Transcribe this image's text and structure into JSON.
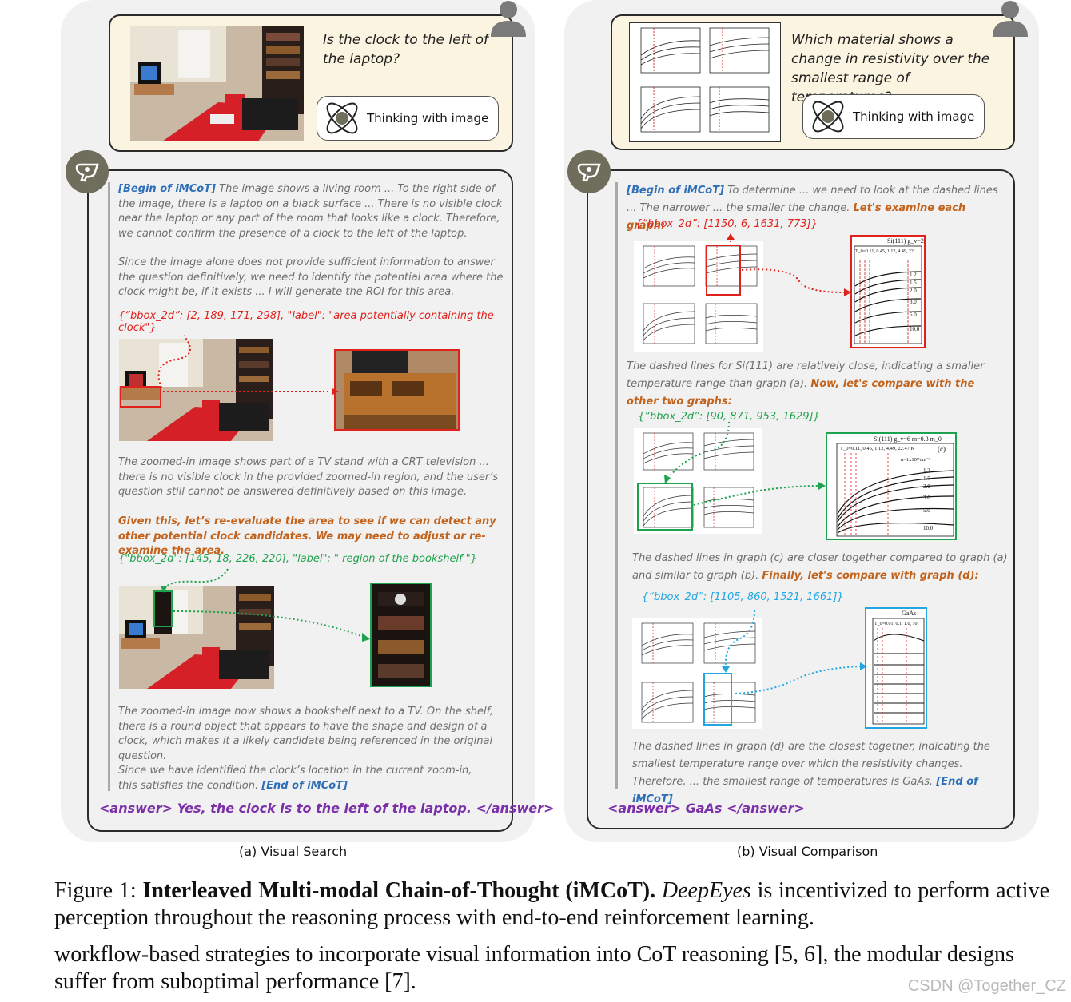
{
  "panel_a": {
    "question": "Is the clock to the left of the laptop?",
    "thinking_label": "Thinking with image",
    "begin_tag": "[Begin of iMCoT]",
    "para1": "The image shows a living room ... To the right side of the image, there is a laptop on a black surface ... There is no visible clock near the laptop or any part of the room that looks like a clock. Therefore, we cannot confirm the presence of a clock to the left of the laptop.",
    "para2": "Since the image alone does not provide sufficient information to answer the question definitively, we need to identify the potential area where the clock might be, if it exists ... I will generate the ROI for this area.",
    "bbox1": "{“bbox_2d”: [2, 189, 171, 298], \"label\": \"area potentially containing the clock\"}",
    "para3": "The zoomed-in image shows part of a TV stand with a CRT television ... there is no visible clock in the provided zoomed-in region, and the user’s question still cannot be answered definitively based on this image.",
    "para4": "Given this, let’s re-evaluate the area to see if we can detect any other potential clock candidates. We may need to adjust or re-examine the area.",
    "bbox2": "{\"bbox_2d\": [145, 18, 226, 220], \"label\": \" region of the bookshelf \"}",
    "para5": "The zoomed-in image now shows a bookshelf next to a TV. On the shelf, there is a round object that appears to have the shape and design of a clock, which makes it a likely candidate being referenced in the original question.",
    "para6": "Since we have identified the clock’s location in the current zoom-in, this satisfies the condition.",
    "end_tag": "[End of iMCoT]",
    "answer": "<answer> Yes, the clock is to the left of the laptop. </answer>",
    "caption": "(a) Visual Search"
  },
  "panel_b": {
    "question": "Which material shows a change in resistivity over the smallest range of temperatures?",
    "thinking_label": "Thinking with image",
    "begin_tag": "[Begin of iMCoT]",
    "para1a": "To determine ... we need to look at the dashed lines ... The narrower ... the smaller the change.",
    "para1b": "Let's examine each graph:",
    "bbox1": "{“bbox_2d”: [1150, 6, 1631, 773]}",
    "para2a": "The dashed lines for Si(111) are relatively close, indicating a smaller temperature range than graph (a).",
    "para2b": "Now, let's compare with the other two graphs:",
    "bbox2": "{“bbox_2d”: [90, 871, 953, 1629]}",
    "para3a": "The dashed lines in graph (c) are closer together compared to graph (a) and similar to graph (b).",
    "para3b": "Finally, let's compare with graph (d):",
    "bbox3": "{“bbox_2d”: [1105, 860, 1521, 1661]}",
    "para4a": "The dashed lines in graph (d) are the closest together, indicating the smallest temperature range over which the resistivity changes. Therefore, ... the smallest range of temperatures is GaAs.",
    "end_tag": "[End of iMCoT]",
    "answer": "<answer> GaAs </answer>",
    "caption": "(b) Visual Comparison",
    "zoom1_title": "Si(111) g_v=2",
    "zoom1_sub": "T_0=0.11, 0.45, 1.12, 4.49, 22.",
    "zoom1_labels": [
      "1.2",
      "1.5",
      "2.0",
      "3.0",
      "5.0",
      "10.0"
    ],
    "zoom2_title": "Si(111) g_v=6  m=0.3 m_0",
    "zoom2_sub": "T_0=0.11, 0.45, 1.12, 4.49, 22.47 K",
    "zoom2_n": "n=1x10¹¹cm⁻²",
    "zoom2_tag": "(c)",
    "zoom2_labels": [
      "1.2",
      "1.5",
      "2.0",
      "3.0",
      "5.0",
      "10.0"
    ],
    "zoom3_title": "GaAs",
    "zoom3_sub": "T_0=0.01, 0.1, 1.0, 10"
  },
  "figure_caption": {
    "label": "Figure 1:",
    "bold": "Interleaved Multi-modal Chain-of-Thought (iMCoT).",
    "italic": "DeepEyes",
    "rest": "is incentivized to perform active perception throughout the reasoning process with end-to-end reinforcement learning."
  },
  "body_text": "workflow-based strategies to incorporate visual information into CoT reasoning [5, 6], the modular designs suffer from suboptimal performance [7].",
  "watermark": "CSDN @Together_CZ",
  "colors": {
    "red": "#e0221d",
    "green": "#1fa24d",
    "cyan": "#22a7e0",
    "orange": "#c2621b",
    "blue": "#2e6fb8",
    "purple": "#7b2fa8"
  }
}
